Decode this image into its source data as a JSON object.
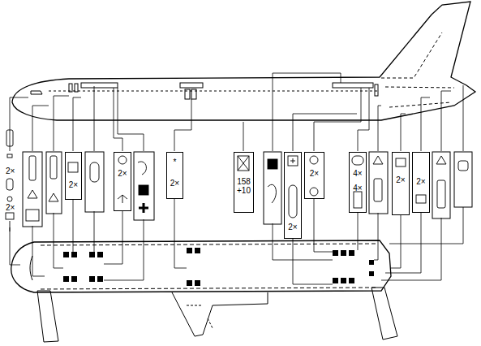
{
  "diagram": {
    "nodes": [
      {
        "text": [
          "2×"
        ]
      },
      {
        "text": [
          "2×"
        ]
      },
      {
        "text": [
          "*",
          "2×"
        ]
      },
      {
        "text": [
          "158 +10"
        ]
      },
      {
        "text": [
          "2×"
        ]
      },
      {
        "text": [
          "2×"
        ]
      },
      {
        "text": [
          "4×",
          "4×"
        ]
      },
      {
        "text": [
          "2×"
        ]
      },
      {
        "text": [
          "2×"
        ]
      }
    ],
    "labels": [
      "2×",
      "2×"
    ]
  }
}
